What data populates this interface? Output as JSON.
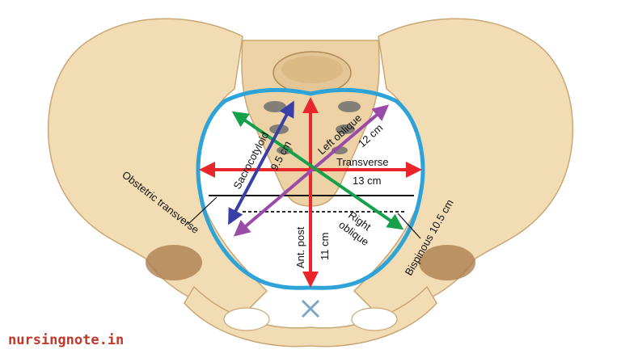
{
  "diagram": {
    "labels": {
      "sacrocotyloid": "Sacrocotyloid",
      "sacrocotyloid_value": "9.5 cm",
      "left_oblique": "Left oblique",
      "left_oblique_value": "12 cm",
      "transverse": "Transverse",
      "transverse_value": "13 cm",
      "obstetric_transverse": "Obstetric transverse",
      "right_oblique": "Right oblique",
      "bispinous": "Bispinous 10.5 cm",
      "ant_post": "Ant. post",
      "ant_post_value": "11 cm"
    },
    "watermark": "nursingnote.in",
    "colors": {
      "bone": "#f2dcb3",
      "bone_shadow": "#d9b98a",
      "brim_outline": "#2ea3d8",
      "antero_posterior": "#e8262b",
      "transverse": "#e8262b",
      "left_oblique": "#9a4aa8",
      "right_oblique": "#17a04a",
      "sacrocotyloid": "#3a3fa8",
      "watermark": "#c0392b"
    }
  }
}
